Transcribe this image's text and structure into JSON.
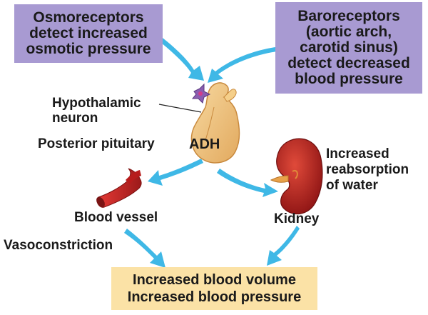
{
  "osmoreceptors": {
    "line1": "Osmoreceptors",
    "line2": "detect increased",
    "line3": "osmotic pressure"
  },
  "baroreceptors": {
    "line1": "Baroreceptors",
    "line2": "(aortic arch,",
    "line3": "carotid sinus)",
    "line4": "detect decreased",
    "line5": "blood pressure"
  },
  "hypothalamic": {
    "line1": "Hypothalamic",
    "line2": "neuron"
  },
  "posterior_pituitary": "Posterior pituitary",
  "adh": "ADH",
  "reabsorption": {
    "line1": "Increased",
    "line2": "reabsorption",
    "line3": "of water"
  },
  "blood_vessel": "Blood vessel",
  "kidney": "Kidney",
  "vasoconstriction": "Vasoconstriction",
  "result": {
    "line1": "Increased blood volume",
    "line2": "Increased blood pressure"
  },
  "colors": {
    "receptor_box": "#a89ad2",
    "result_box": "#fbe2a6",
    "arrow": "#3fb8e6",
    "pituitary": "#f0c07a",
    "kidney": "#b71c1c",
    "vessel": "#c62828"
  }
}
